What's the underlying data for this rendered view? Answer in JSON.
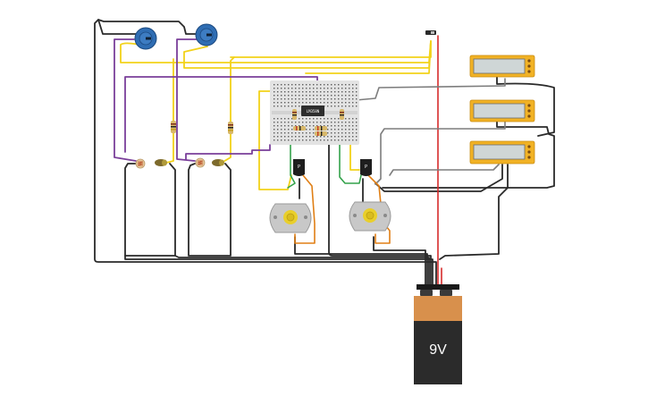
{
  "battery": {
    "label": "9V"
  },
  "ic": {
    "label": "LM358N"
  },
  "colors": {
    "wire_black": "#2a2a2a",
    "wire_yellow": "#f2d21a",
    "wire_purple": "#7a3f9a",
    "wire_red": "#d62b2b",
    "wire_gray": "#7d7d7d",
    "wire_green": "#33a24a",
    "wire_orange": "#e07f15",
    "breadboard": "#e3e3e3",
    "multimeter_body": "#f1b225",
    "lcd": "#cfd6d6",
    "battery_top": "#d8904c",
    "battery_body": "#2b2b2b",
    "pot_blue": "#2f6db3",
    "motor_gray": "#c8c8c8",
    "motor_yellow": "#e9cf2b"
  },
  "components": {
    "potentiometers": 2,
    "photoresistors": 2,
    "leds": 2,
    "transistors": 2,
    "dc_motors": 2,
    "multimeters": 3,
    "slide_switches": 1,
    "batteries": 1
  }
}
